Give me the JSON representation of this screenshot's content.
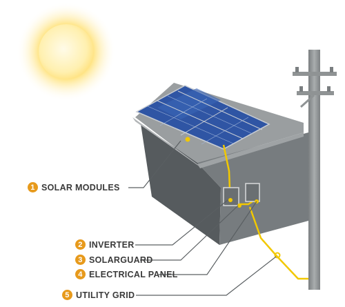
{
  "colors": {
    "accent": "#e79a1c",
    "wire": "#f2c800",
    "house_side": "#5e6366",
    "house_front": "#7d8285",
    "roof": "#8a8e91",
    "panel": "#2f55a4",
    "pole": "#8f9394"
  },
  "icons": {
    "sun": "sun-icon"
  },
  "labels": [
    {
      "num": "1",
      "text": "SOLAR MODULES"
    },
    {
      "num": "2",
      "text": "INVERTER"
    },
    {
      "num": "3",
      "text": "SOLARGUARD"
    },
    {
      "num": "4",
      "text": "ELECTRICAL PANEL"
    },
    {
      "num": "5",
      "text": "UTILITY GRID"
    }
  ]
}
